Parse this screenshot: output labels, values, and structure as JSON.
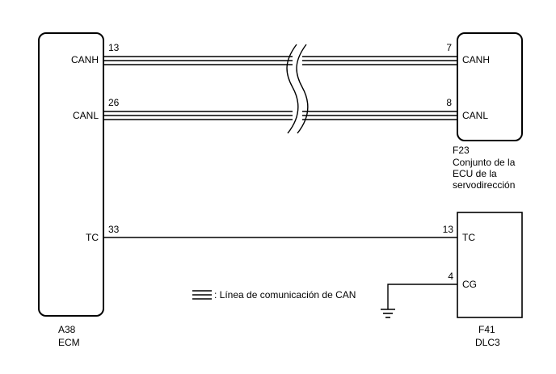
{
  "ecm": {
    "connector": "A38",
    "name": "ECM",
    "canh_label": "CANH",
    "canl_label": "CANL",
    "tc_label": "TC",
    "pin_canh": "13",
    "pin_canl": "26",
    "pin_tc": "33"
  },
  "eps": {
    "connector": "F23",
    "name_line1": "Conjunto de la",
    "name_line2": "ECU de la",
    "name_line3": "servodirección",
    "canh_label": "CANH",
    "canl_label": "CANL",
    "pin_canh": "7",
    "pin_canl": "8"
  },
  "dlc": {
    "connector": "F41",
    "name": "DLC3",
    "tc_label": "TC",
    "cg_label": "CG",
    "pin_tc": "13",
    "pin_cg": "4"
  },
  "legend": {
    "text": ": Línea de comunicación de CAN"
  }
}
